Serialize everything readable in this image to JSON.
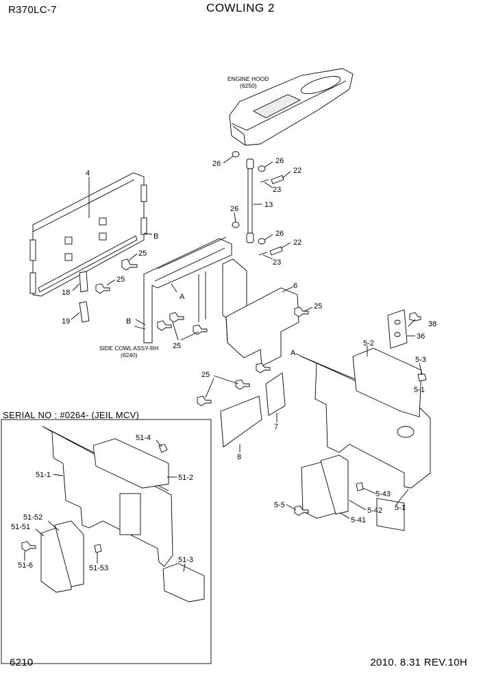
{
  "header": {
    "model": "R370LC-7",
    "title": "COWLING 2"
  },
  "footer": {
    "page_number": "6210",
    "revision": "2010. 8.31  REV.10H"
  },
  "serial_note": "SERIAL NO : #0264-  (JEIL MCV)",
  "references": {
    "engine_hood": "ENGINE HOOD",
    "engine_hood_code": "(6250)",
    "side_cowl": "SIDE COWL ASSY-RH",
    "side_cowl_code": "(6240)"
  },
  "callouts": {
    "c4": "4",
    "c18": "18",
    "c19": "19",
    "cB1": "B",
    "cB2": "B",
    "cA1": "A",
    "cA2": "A",
    "c25a": "25",
    "c25b": "25",
    "c25c": "25",
    "c25d": "25",
    "c25e": "25",
    "c26a": "26",
    "c26b": "26",
    "c26c": "26",
    "c26d": "26",
    "c22a": "22",
    "c22b": "22",
    "c23a": "23",
    "c23b": "23",
    "c13": "13",
    "c6": "6",
    "c7": "7",
    "c8": "8",
    "c38": "38",
    "c36": "36",
    "c5_2": "5-2",
    "c5_3": "5-3",
    "c5_1a": "5-1",
    "c5_1b": "5-1",
    "c5_43": "5-43",
    "c5_42": "5-42",
    "c5_41": "5-41",
    "c5_5": "5-5",
    "c51_4": "51-4",
    "c51_1": "51-1",
    "c51_2": "51-2",
    "c51_52": "51-52",
    "c51_51": "51-51",
    "c51_6": "51-6",
    "c51_53": "51-53",
    "c51_3": "51-3"
  }
}
